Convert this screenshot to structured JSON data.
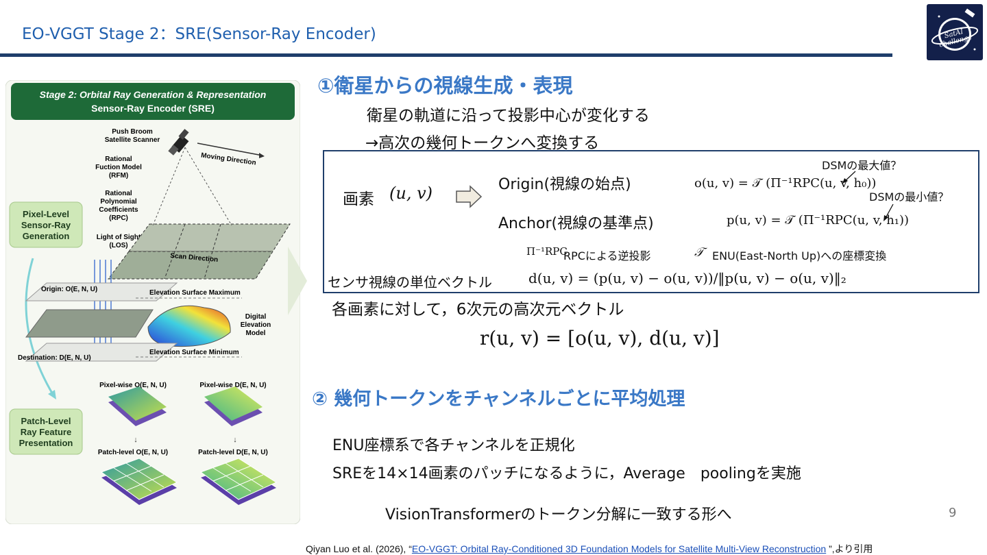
{
  "header": {
    "title": "EO-VGGT  Stage 2：SRE(Sensor-Ray Encoder)",
    "logo_text": "SatAI challenge"
  },
  "figure": {
    "banner_line1": "Stage 2: Orbital Ray Generation & Representation",
    "banner_line2": "Sensor-Ray Encoder (SRE)",
    "scanner_label": [
      "Push Broom",
      "Satellite Scanner"
    ],
    "moving_direction": "Moving Direction",
    "scan_direction": "Scan Direction",
    "rfm_label": [
      "Rational",
      "Fuction Model",
      "(RFM)"
    ],
    "rpc_label": [
      "Rational",
      "Polynomial",
      "Coefficients",
      "(RPC)"
    ],
    "los_label": [
      "Light of Sight",
      "(LOS)"
    ],
    "pixel_level_box": [
      "Pixel-Level",
      "Sensor-Ray",
      "Generation"
    ],
    "origin_label": "Origin: O(E, N, U)",
    "elev_max": "Elevation Surface Maximum",
    "dem_label": [
      "Digital",
      "Elevation",
      "Model"
    ],
    "destination_label": "Destination: D(E, N, U)",
    "elev_min": "Elevation Surface Minimum",
    "pixelwise_o": "Pixel-wise O(E, N, U)",
    "pixelwise_d": "Pixel-wise D(E, N, U)",
    "patch_level_box": [
      "Patch-Level",
      "Ray Feature",
      "Presentation"
    ],
    "patchlevel_o": "Patch-level O(E, N, U)",
    "patchlevel_d": "Patch-level D(E, N, U)"
  },
  "section1": {
    "heading": "①衛星からの視線生成・表現",
    "line1": "衛星の軌道に沿って投影中心が変化する",
    "line2": "→高次の幾何トークンへ変換する"
  },
  "formula_box": {
    "pixel_label": "画素",
    "pixel_math": "(u, v)",
    "origin_label": "Origin(視線の始点)",
    "origin_formula": "o(u, v) = 𝒯 (Π⁻¹RPC(u, v, h₀))",
    "anchor_label": "Anchor(視線の基準点)",
    "anchor_formula": "p(u, v) = 𝒯 (Π⁻¹RPC(u, v, h₁))",
    "dsm_max_note": "DSMの最大値？",
    "dsm_min_note": "DSMの最小値？",
    "pi_symbol": "Π⁻¹RPC",
    "pi_note": "RPCによる逆投影",
    "t_symbol": "𝒯",
    "t_note": "ENU(East-North Up)への座標変換",
    "unit_vector_label": "センサ視線の単位ベクトル",
    "unit_vector_formula": "d(u, v) = (p(u, v) − o(u, v))/‖p(u, v) − o(u, v)‖₂"
  },
  "section1b": {
    "line": "各画素に対して，6次元の高次元ベクトル",
    "formula": "r(u, v) = [o(u, v), d(u, v)]"
  },
  "section2": {
    "heading": "② 幾何トークンをチャンネルごとに平均処理",
    "line1": "ENU座標系で各チャンネルを正規化",
    "line2": "SREを14×14画素のパッチになるように，Average　poolingを実施",
    "line3": "VisionTransformerのトークン分解に一致する形へ"
  },
  "footer": {
    "page_number": "9",
    "citation_prefix": "Qiyan Luo et al. (2026), “",
    "citation_link": "EO-VGGT: Orbital Ray-Conditioned 3D Foundation Models for Satellite Multi-View Reconstruction",
    "citation_suffix": " ”,より引用"
  },
  "colors": {
    "title_blue": "#1f5fae",
    "heading_blue": "#3a78c6",
    "rule_navy": "#1f3e6b",
    "banner_green": "#1e6a38",
    "box_green": "#cfe8b8"
  }
}
